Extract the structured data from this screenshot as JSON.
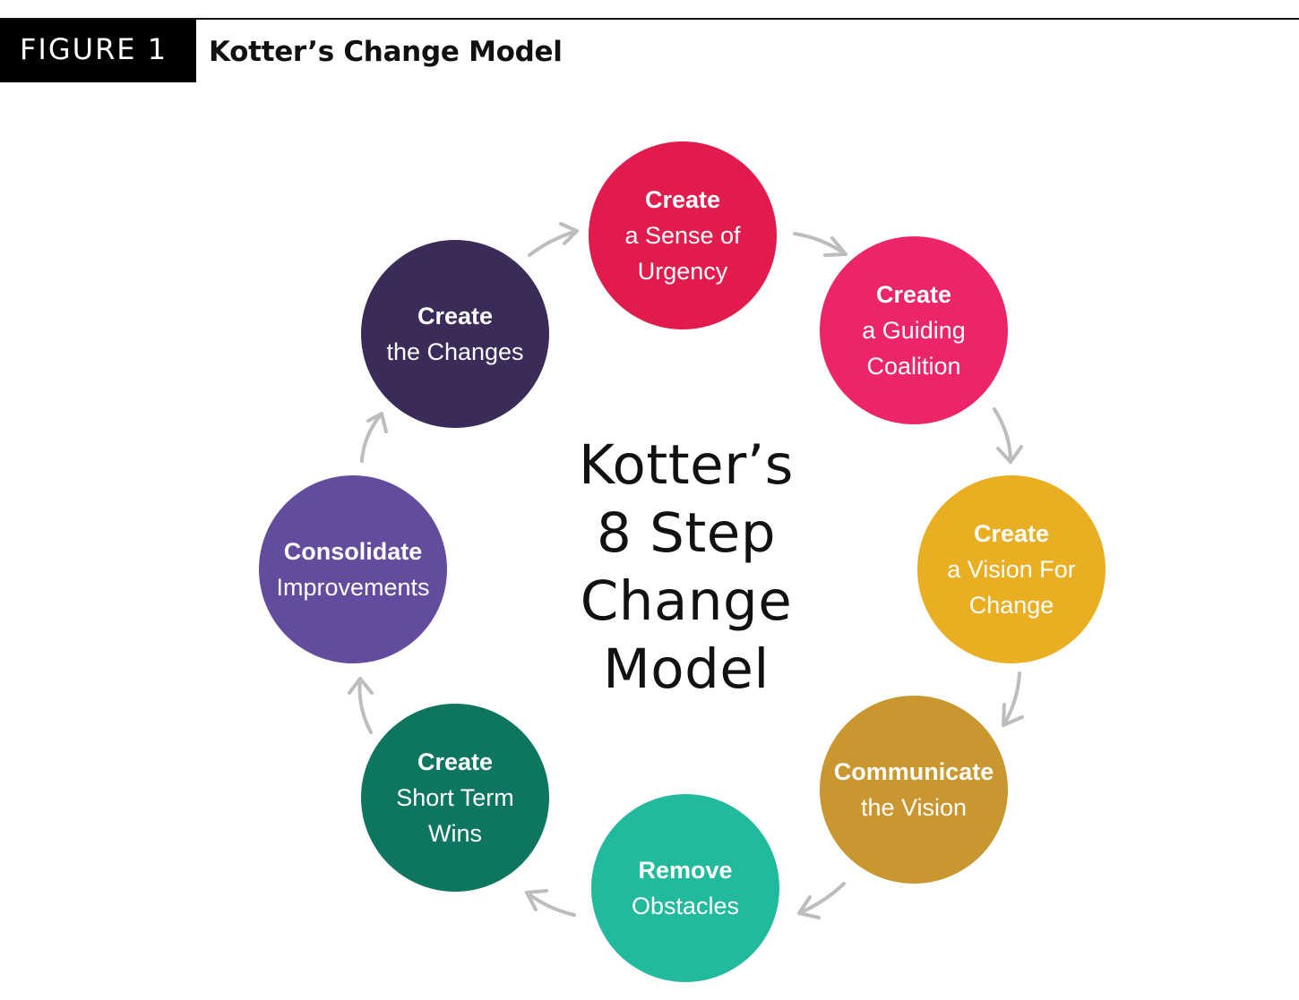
{
  "header": {
    "figure_label": "FIGURE 1",
    "title": "Kotter’s Change Model"
  },
  "center": {
    "lines": [
      "Kotter’s",
      "8 Step",
      "Change",
      "Model"
    ]
  },
  "steps": [
    {
      "bold": "Create",
      "rest": [
        "a Sense of",
        "Urgency"
      ],
      "color": "#E21B4D"
    },
    {
      "bold": "Create",
      "rest": [
        "a Guiding",
        "Coalition"
      ],
      "color": "#EC2568"
    },
    {
      "bold": "Create",
      "rest": [
        "a Vision For",
        "Change"
      ],
      "color": "#EAAE22"
    },
    {
      "bold": "Communicate",
      "rest": [
        "the Vision"
      ],
      "color": "#CA9630"
    },
    {
      "bold": "Remove",
      "rest": [
        "Obstacles"
      ],
      "color": "#22BA9C"
    },
    {
      "bold": "Create",
      "rest": [
        "Short Term",
        "Wins"
      ],
      "color": "#0E7660"
    },
    {
      "bold": "Consolidate",
      "rest": [
        "Improvements"
      ],
      "color": "#634C9E"
    },
    {
      "bold": "Create",
      "rest": [
        "the Changes"
      ],
      "color": "#3A2B58"
    }
  ],
  "colors": {
    "arrow": "#BDBDBD",
    "header_bg": "#000000",
    "text": "#111111"
  }
}
